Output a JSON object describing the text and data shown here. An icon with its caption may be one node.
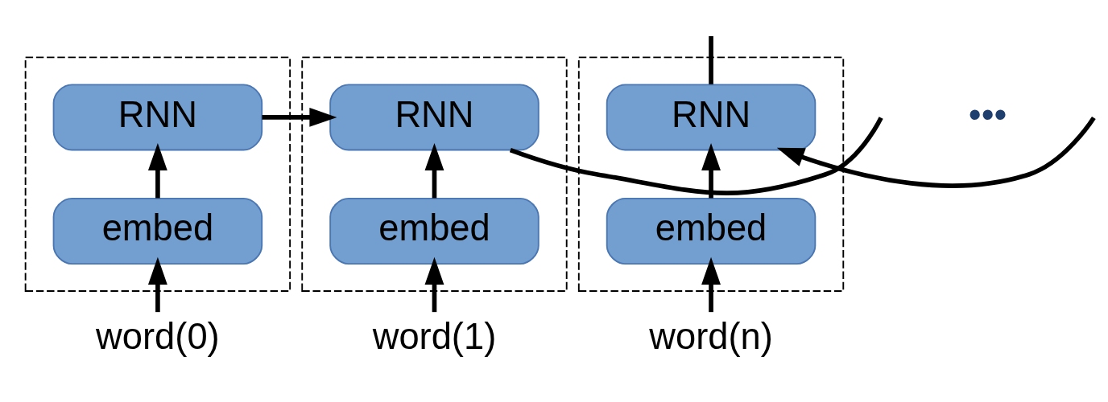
{
  "diagram": {
    "nodes": [
      {
        "text": [],
        "shape": "box"
      },
      {
        "text": [
          "RNN"
        ],
        "in": 0
      },
      {
        "text": [
          "embed"
        ],
        "in": 0
      },
      {
        "text": [],
        "shape": "box"
      },
      {
        "text": [
          "RNN"
        ],
        "in": 3
      },
      {
        "text": [
          "embed"
        ],
        "in": 3
      },
      {
        "text": [],
        "shape": "box"
      },
      {
        "text": [
          "RNN"
        ],
        "in": 6
      },
      {
        "text": [
          "embed"
        ],
        "in": 6
      },
      {
        "text": [
          "word(0)"
        ]
      },
      {
        "text": [
          "word(1)"
        ]
      },
      {
        "text": [
          "word(n)"
        ]
      }
    ],
    "edges": [
      {
        "from": 9,
        "to": 2,
        "arrow": "to"
      },
      {
        "from": 2,
        "to": 1,
        "arrow": "to"
      },
      {
        "from": 1,
        "to": 4,
        "arrow": "to"
      },
      {
        "from": 10,
        "to": 5,
        "arrow": "to"
      },
      {
        "from": 5,
        "to": 4,
        "arrow": "to"
      },
      {
        "from": 4,
        "to": null,
        "arrow": "none"
      },
      {
        "from": null,
        "to": 7,
        "arrow": "to"
      },
      {
        "from": 11,
        "to": 8,
        "arrow": "to"
      },
      {
        "from": 8,
        "to": 7,
        "arrow": "to"
      },
      {
        "from": 7,
        "to": null,
        "arrow": "none"
      }
    ],
    "labels": [
      "•••"
    ]
  }
}
